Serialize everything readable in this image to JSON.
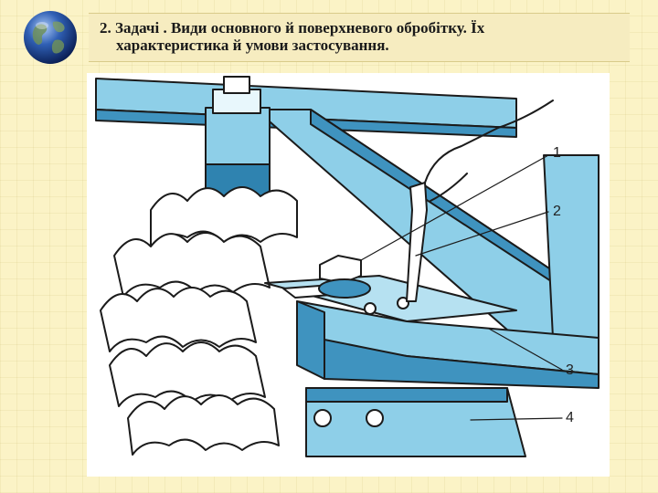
{
  "slide": {
    "title_line_1": "2. Задачі . Види основного й поверхневого обробітку. Їх",
    "title_line_2": "характеристика й умови застосування."
  },
  "figure": {
    "callouts": [
      "1",
      "2",
      "3",
      "4"
    ]
  },
  "colors": {
    "background": "#fbf3c6",
    "metal_blue": "#8ecfe8",
    "metal_dark": "#3f93bf",
    "outline": "#1b1b1b"
  },
  "icons": [
    "globe-icon"
  ]
}
